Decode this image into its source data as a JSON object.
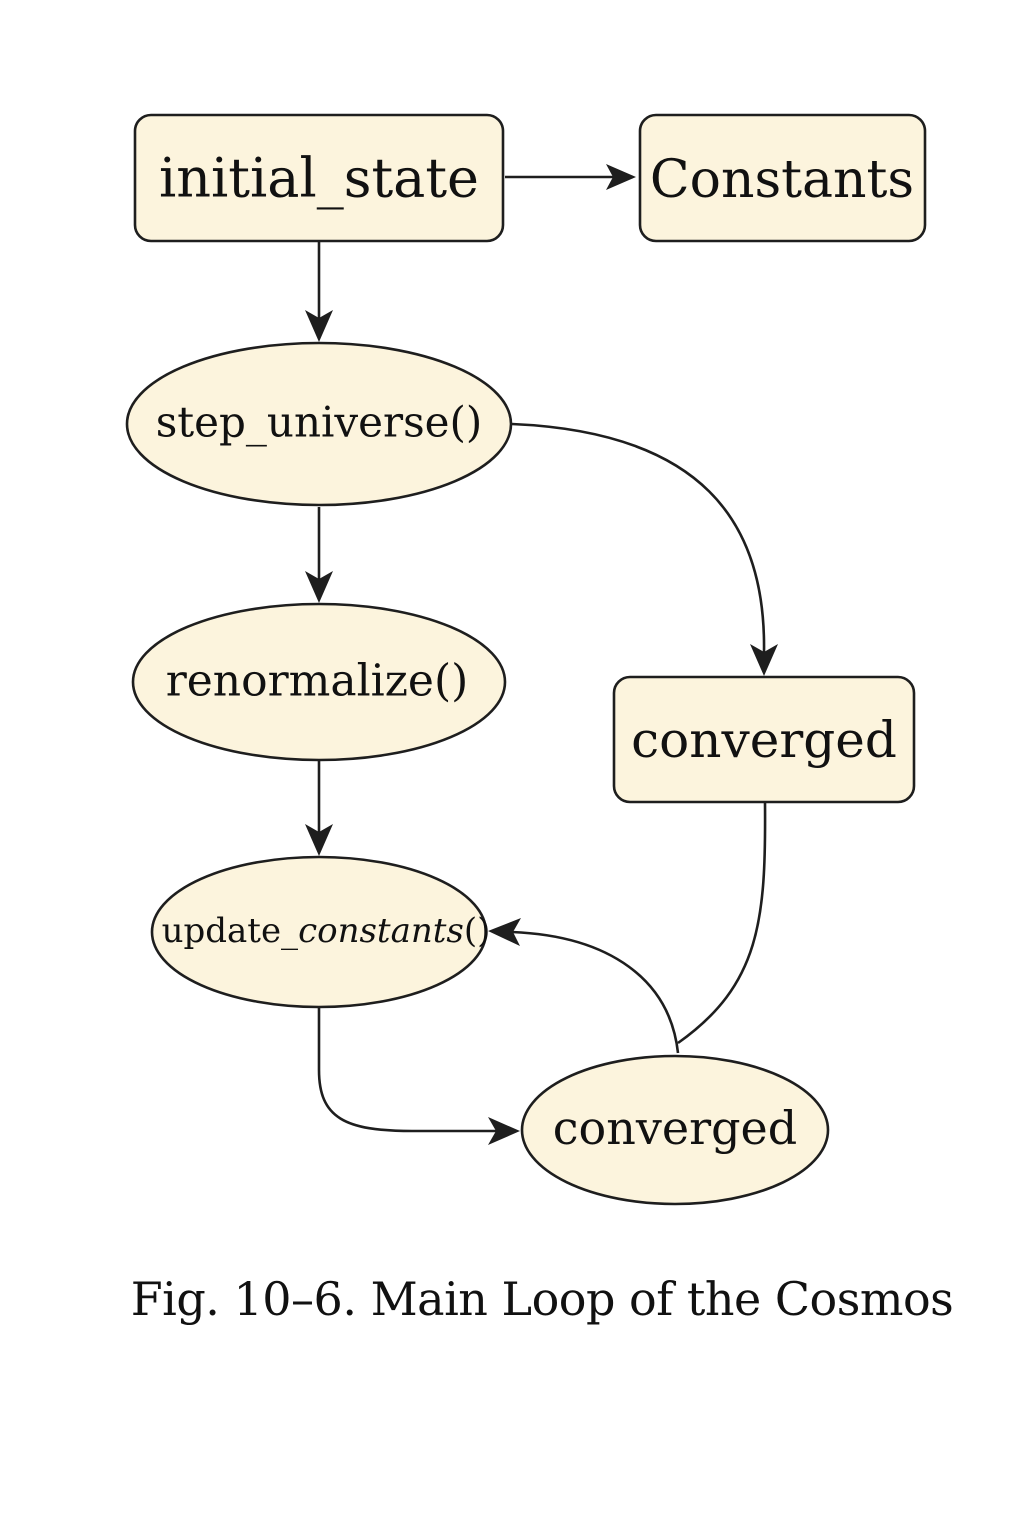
{
  "diagram": {
    "nodes": {
      "initial_state": "initial_state",
      "constants": "Constants",
      "step_universe": "step_universe()",
      "renormalize": "renormalize()",
      "update_constants_prefix": "update_",
      "update_constants_italic": "constants",
      "update_constants_suffix": "()",
      "converged_box": "converged",
      "converged_oval": "converged"
    },
    "colors": {
      "node_fill": "#fcf4dd",
      "stroke": "#1e1e1e"
    }
  },
  "caption": "Fig. 10–6. Main Loop of the Cosmos"
}
